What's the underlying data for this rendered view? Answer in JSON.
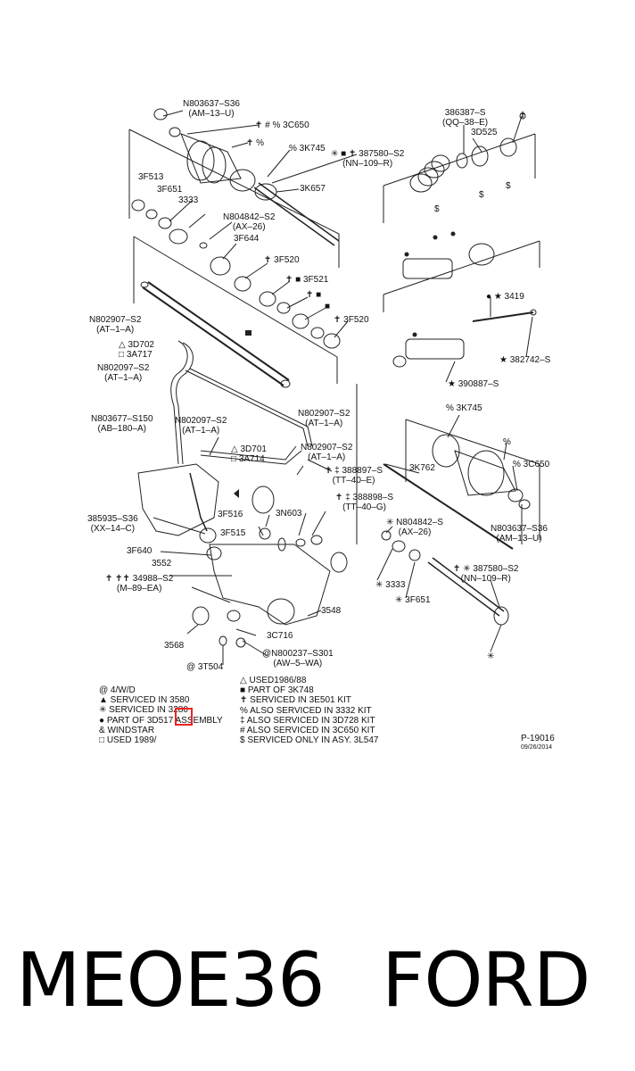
{
  "labels": {
    "n803637_s36_top": "N803637–S36\n(AM–13–U)",
    "dagger_3c650": "✝ # % 3C650",
    "dagger_pct": "✝ %",
    "pct_3k745": "% 3K745",
    "p387580_s2": "✳ ■ ✝ 387580–S2\n(NN–109–R)",
    "p386387_s": "386387–S\n(QQ–38–E)",
    "dagger_top_right": "✝",
    "p3d525": "3D525",
    "dollar_a": "$",
    "dollar_b": "$",
    "dollar_c": "$",
    "p3f513": "3F513",
    "p3f651": "3F651",
    "p3333": "3333",
    "p3k657": "3K657",
    "n804842_s2": "N804842–S2\n(AX–26)",
    "p3f644": "3F644",
    "dagger_3f520_a": "✝ 3F520",
    "dagger_sq_3f521": "✝ ■ 3F521",
    "dagger_sq": "✝ ■",
    "sq_a": "■",
    "dagger_3f520_b": "✝ 3F520",
    "star_3419": "● ★ 3419",
    "n802907_s2_a": "N802907–S2\n(AT–1–A)",
    "tri_3d702": "△ 3D702",
    "sq_3a717": "□ 3A717",
    "n802097_s2_a": "N802097–S2\n(AT–1–A)",
    "star_382742_s": "★ 382742–S",
    "star_390887_s": "★ 390887–S",
    "n802907_s2_b": "N802907–S2\n(AT–1–A)",
    "n803677_s150": "N803677–S150\n(AB–180–A)",
    "n802097_s2_b": "N802097–S2\n(AT–1–A)",
    "pct_3k745_b": "% 3K745",
    "tri_3d701": "△ 3D701",
    "sq_3a714": "□ 3A714",
    "n802907_s2_c": "N802907–S2\n(AT–1–A)",
    "pct_b": "%",
    "pct_3c650_b": "% 3C650",
    "p3k762": "3K762",
    "p388897_s": "✝ ‡ 388897–S\n(TT–40–E)",
    "p388898_s": "✝ ‡ 388898–S\n(TT–40–G)",
    "p3f516": "3F516",
    "p3n603": "3N603",
    "p385935_s36": "385935–S36\n(XX–14–C)",
    "p3f515": "3F515",
    "n803637_s36_b": "N803637–S36\n(AM–13–U)",
    "n804842_s_b": "✳ N804842–S\n(AX–26)",
    "p3f640": "3F640",
    "p3552": "3552",
    "p387580_s2_b": "✝ ✳ 387580–S2\n(NN–109–R)",
    "p34988_s2": "✝ ✝✝ 34988–S2\n(M–89–EA)",
    "p3333_b": "✳ 3333",
    "p3f651_b": "✳ 3F651",
    "p3548": "3548",
    "p3568": "3568",
    "p3c716": "3C716",
    "n800237_s301": "@N800237–S301\n(AW–5–WA)",
    "p3t504": "@ 3T504",
    "star_b": "✳"
  },
  "legend_left": [
    "@ 4/W/D",
    "▲ SERVICED IN 3580",
    "✳ SERVICED IN 3280",
    "● PART OF 3D517 ASSEMBLY",
    "  & WINDSTAR",
    "□ USED 1989/"
  ],
  "legend_right": [
    "△ USED1986/88",
    "■ PART OF 3K748",
    "✝ SERVICED IN 3E501 KIT",
    "% ALSO SERVICED IN 3332 KIT",
    "‡ ALSO SERVICED IN 3D728 KIT",
    "# ALSO SERVICED IN 3C650 KIT",
    "$ SERVICED ONLY IN ASY. 3L547"
  ],
  "figure_number": "P-19016",
  "figure_date": "09/26/2014",
  "part_code": "MEOE36",
  "brand": "FORD"
}
